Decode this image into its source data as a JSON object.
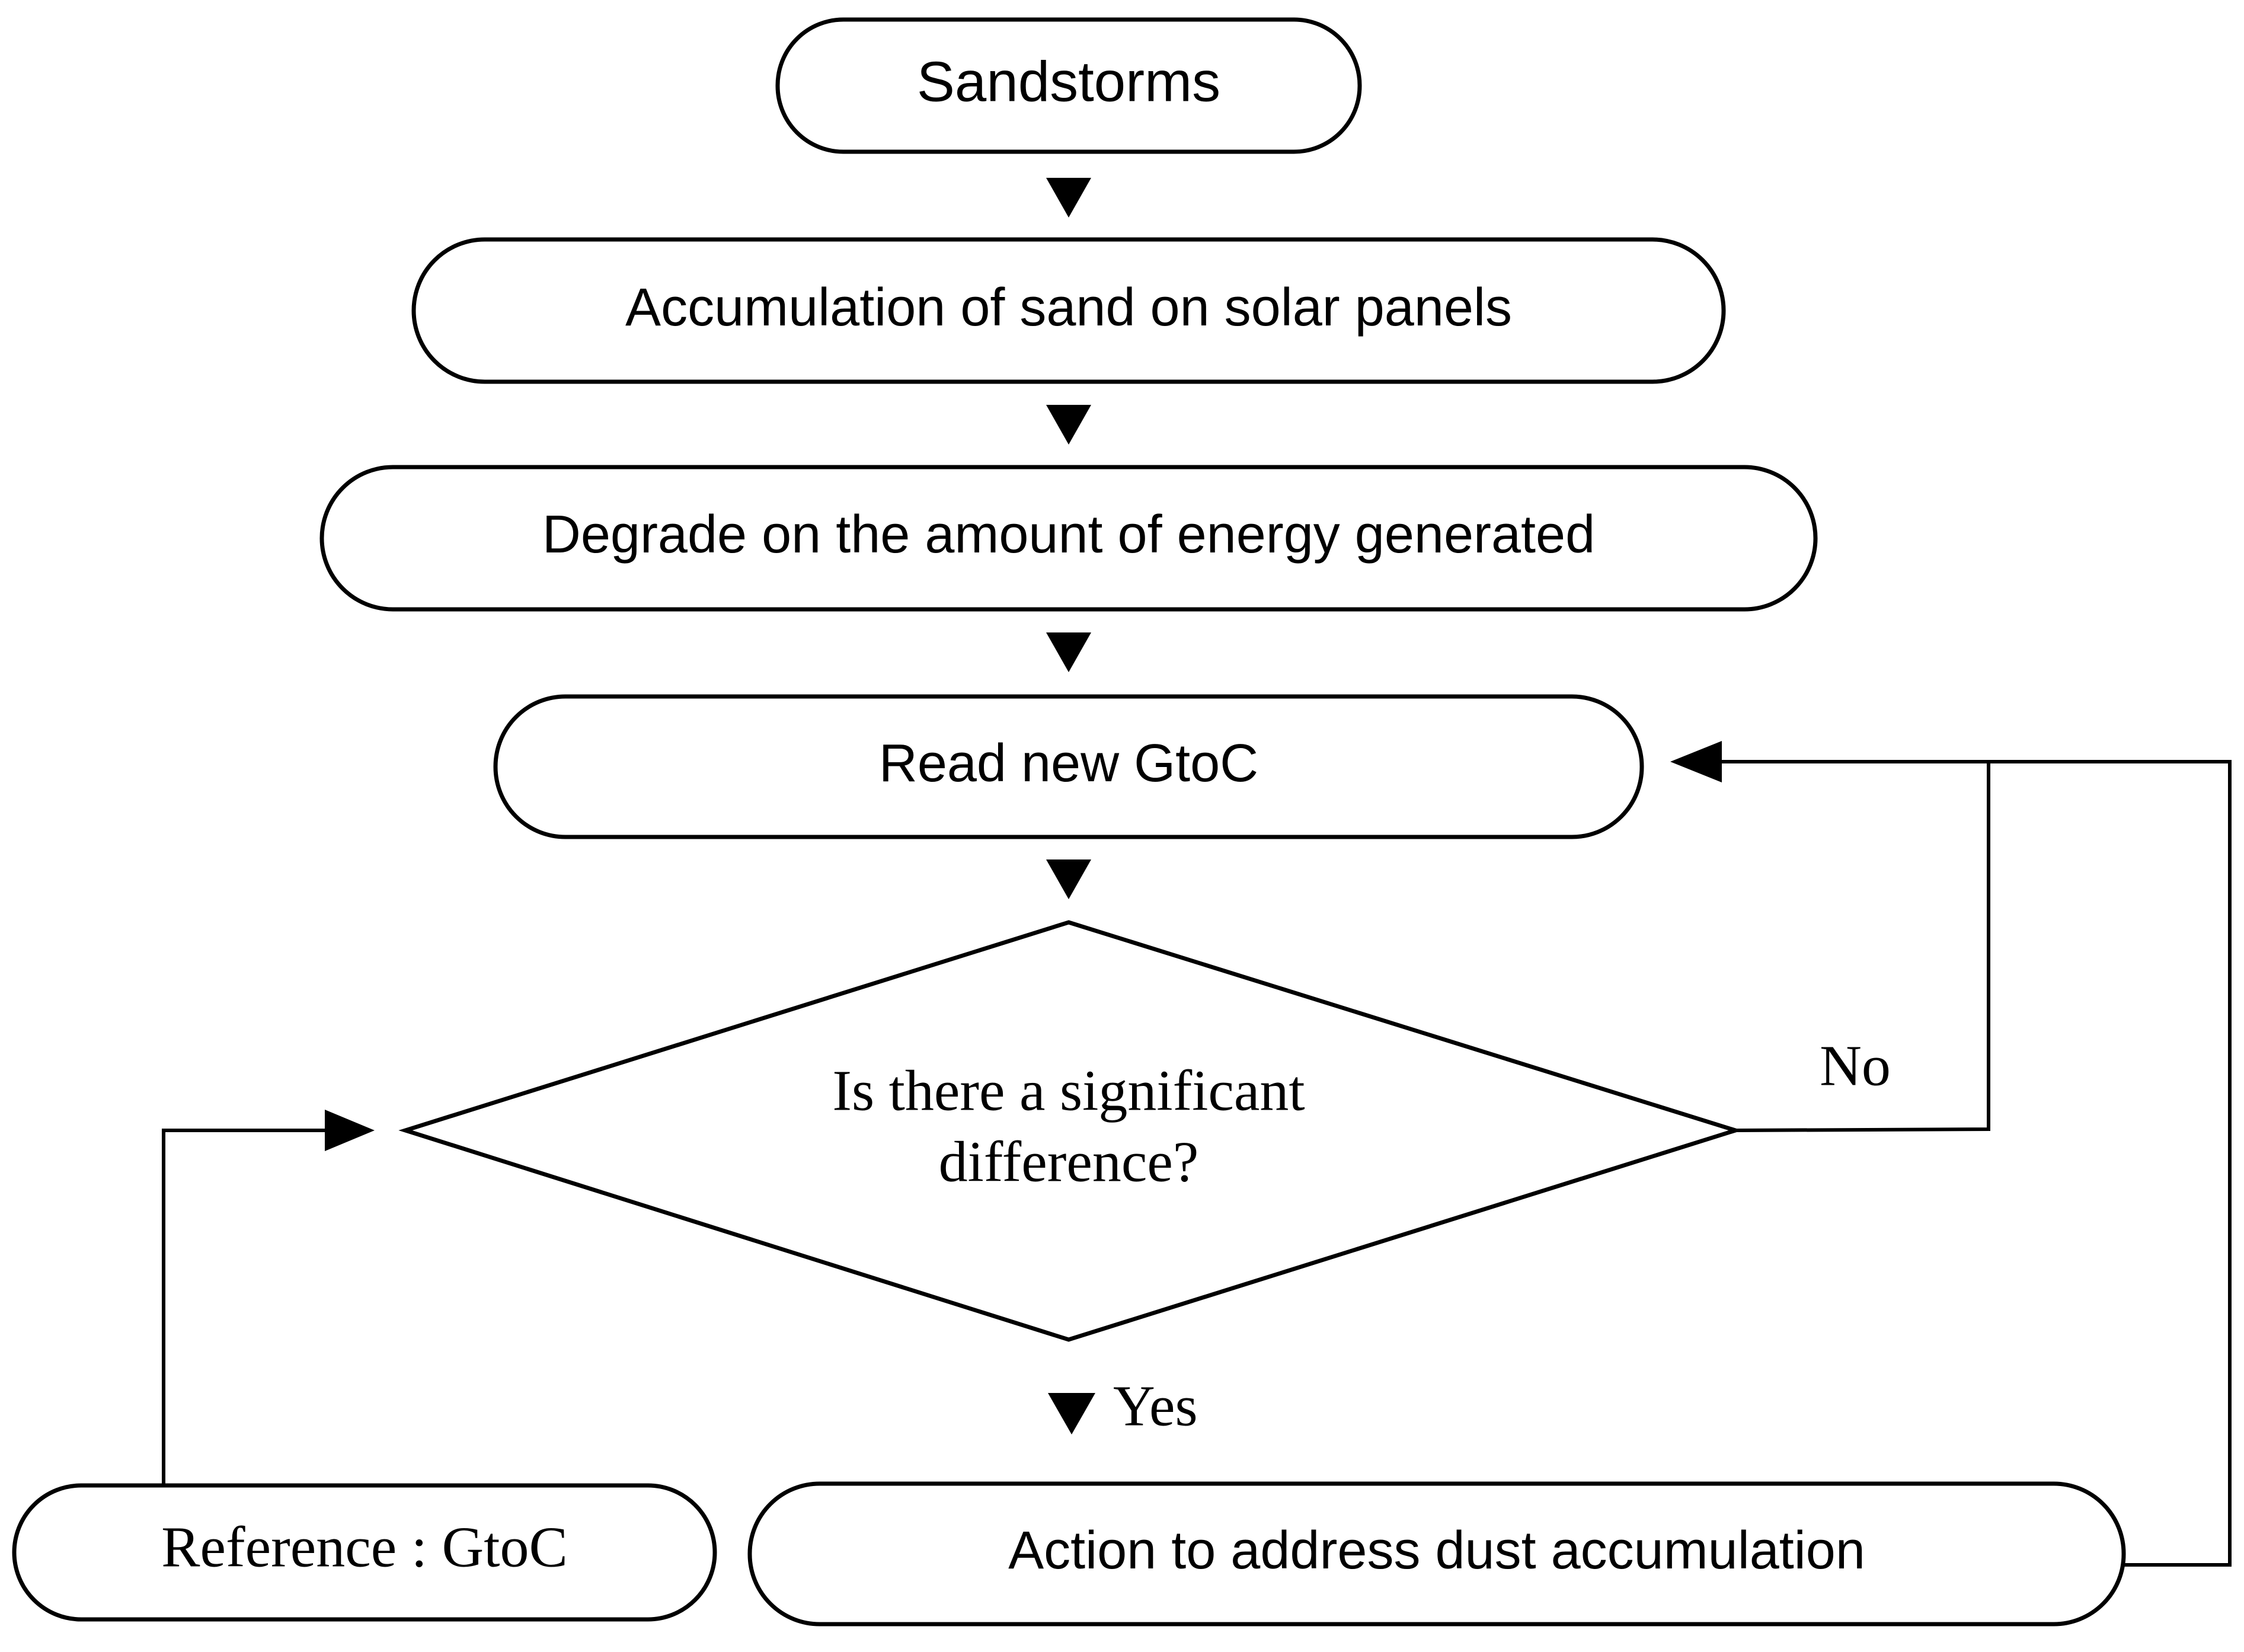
{
  "nodes": {
    "sandstorms": {
      "label": "Sandstorms"
    },
    "accumulation": {
      "label": "Accumulation of sand on solar panels"
    },
    "degrade": {
      "label": "Degrade on the amount of energy generated"
    },
    "read_gtoc": {
      "label": "Read new GtoC"
    },
    "decision": {
      "line1": "Is there a significant",
      "line2": "difference?"
    },
    "reference": {
      "label": "Reference : GtoC"
    },
    "action": {
      "label": "Action to address dust accumulation"
    }
  },
  "edges": {
    "no_label": "No",
    "yes_label": "Yes"
  }
}
